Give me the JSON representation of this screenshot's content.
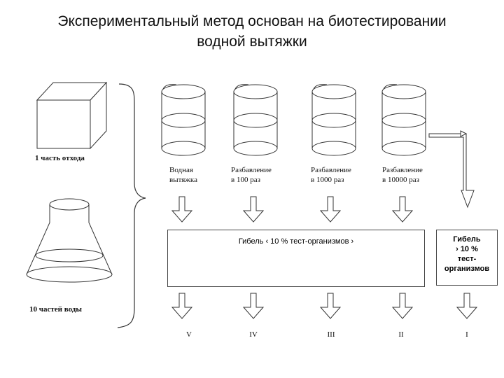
{
  "title": {
    "line1": "Экспериментальный метод основан на биотестировании",
    "line2": "водной вытяжки"
  },
  "waste_label": "1 часть отхода",
  "water_label": "10 частей воды",
  "columns": [
    {
      "line1": "Водная",
      "line2": "вытяжка",
      "roman": "V"
    },
    {
      "line1": "Разбавление",
      "line2": "в 100 раз",
      "roman": "IV"
    },
    {
      "line1": "Разбавление",
      "line2": "в 1000 раз",
      "roman": "III"
    },
    {
      "line1": "Разбавление",
      "line2": "в 10000 раз",
      "roman": "II"
    }
  ],
  "death_box_label": "Гибель ‹ 10 % тест-организмов ›",
  "right_box": {
    "line1": "Гибель",
    "line2": "› 10 %",
    "line3": "тест-",
    "line4": "организмов"
  },
  "last_roman": "I"
}
